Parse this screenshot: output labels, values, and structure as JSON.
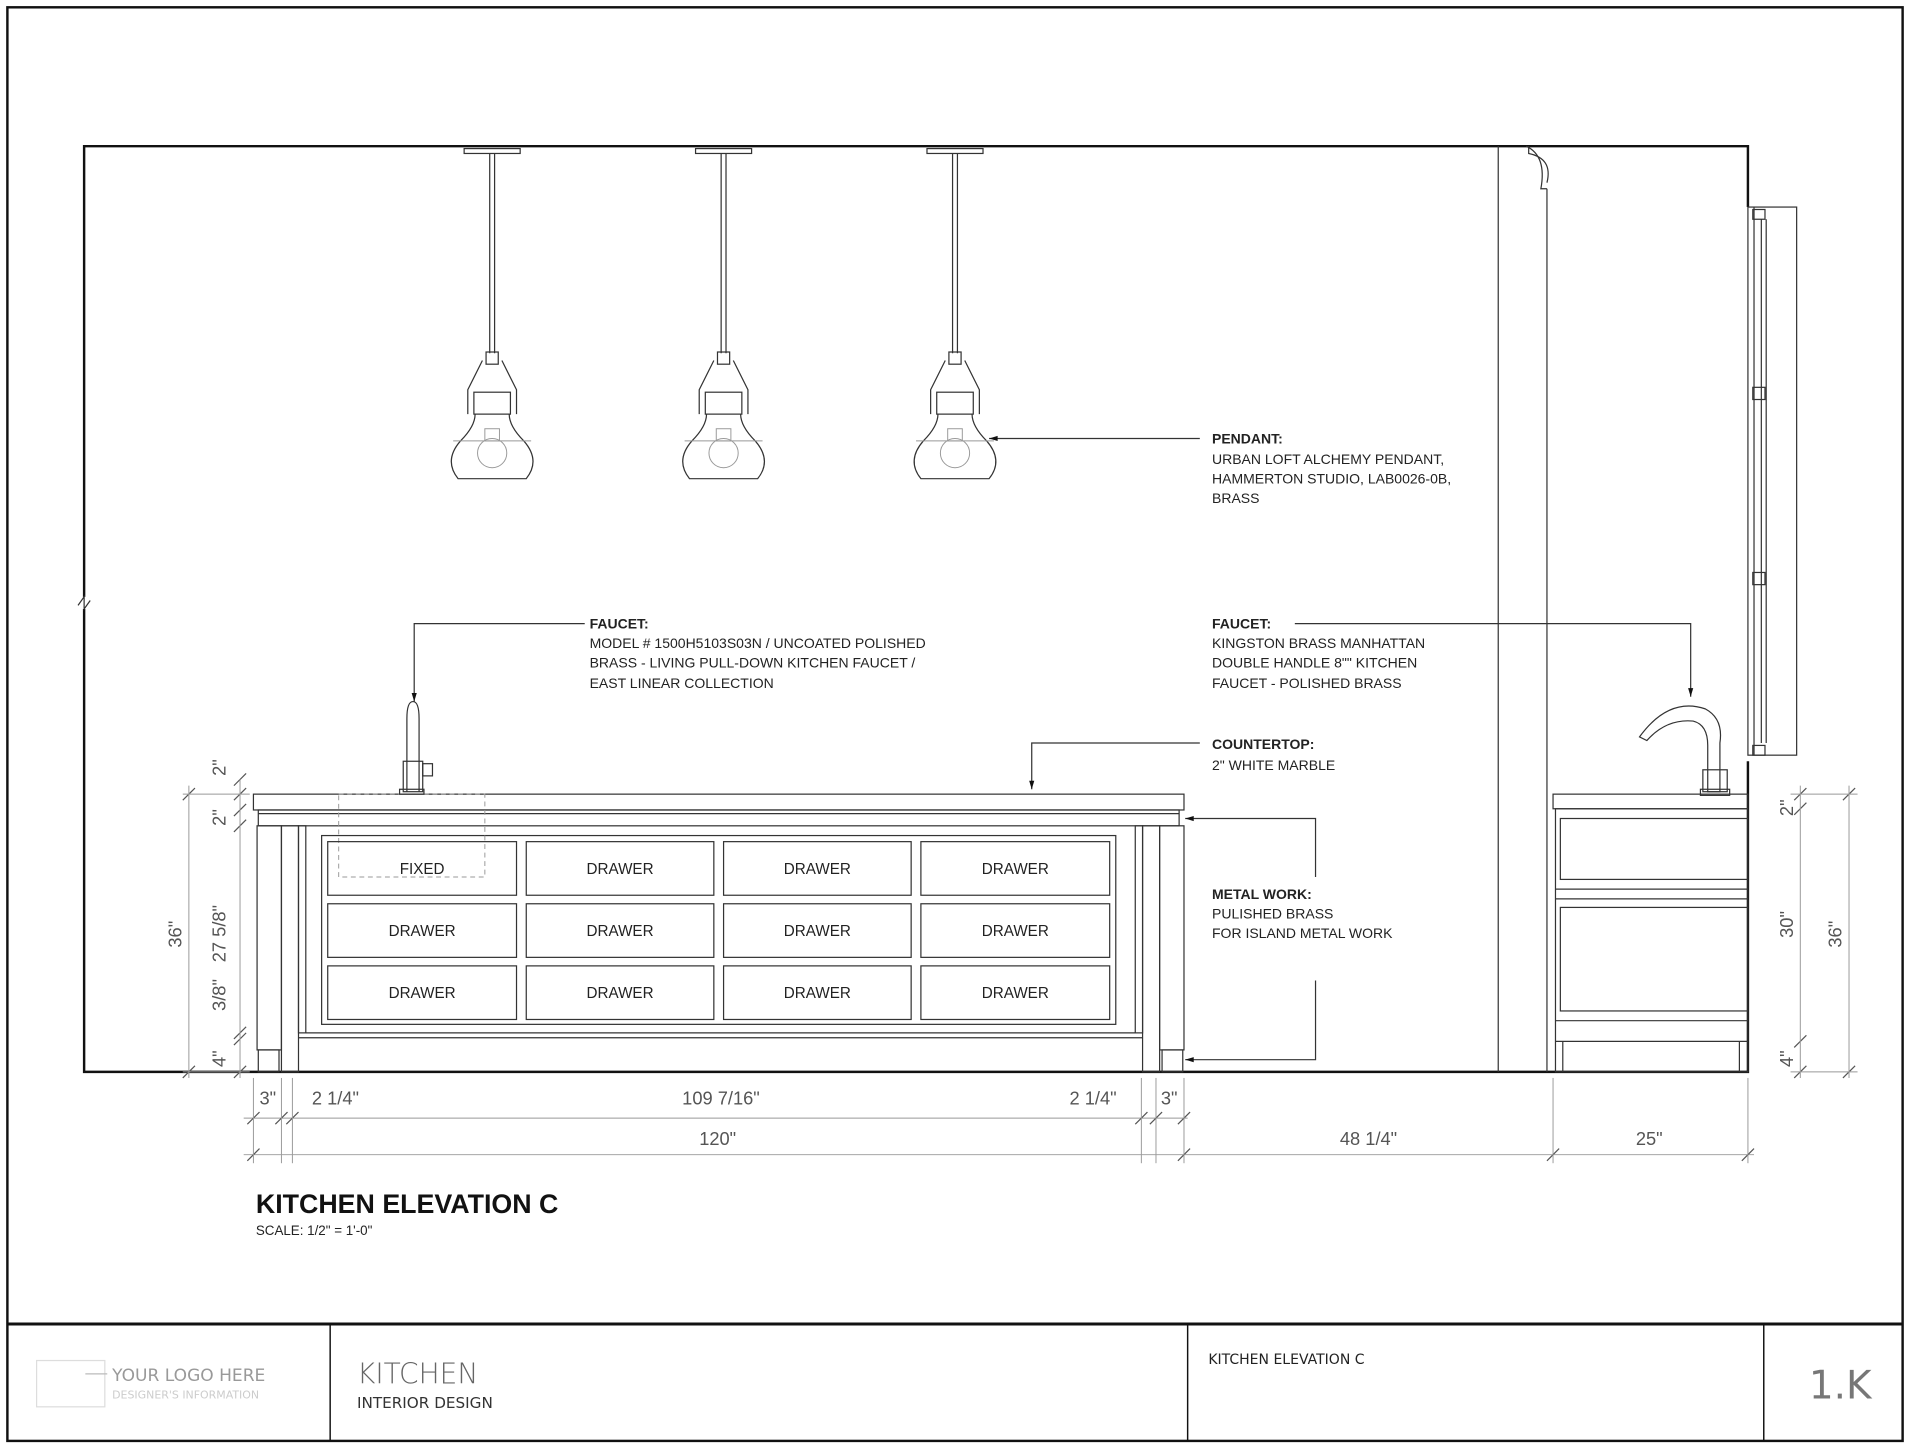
{
  "drawing": {
    "title": "KITCHEN ELEVATION C",
    "scale": "SCALE: 1/2\" = 1'-0\""
  },
  "notes": {
    "pendant": {
      "heading": "PENDANT:",
      "lines": [
        "URBAN LOFT ALCHEMY PENDANT,",
        "HAMMERTON STUDIO, LAB0026-0B,",
        "BRASS"
      ]
    },
    "faucet_island": {
      "heading": "FAUCET:",
      "lines": [
        "MODEL # 1500H5103S03N / UNCOATED POLISHED",
        "BRASS - LIVING PULL-DOWN KITCHEN FAUCET /",
        "EAST LINEAR COLLECTION"
      ]
    },
    "faucet_sink": {
      "heading": "FAUCET:",
      "lines": [
        "KINGSTON BRASS MANHATTAN",
        "DOUBLE HANDLE 8\"\" KITCHEN",
        "FAUCET - POLISHED BRASS"
      ]
    },
    "countertop": {
      "heading": "COUNTERTOP:",
      "lines": [
        "2\" WHITE MARBLE"
      ]
    },
    "metal_work": {
      "heading": "METAL WORK:",
      "lines": [
        "PULISHED BRASS",
        "FOR ISLAND METAL WORK"
      ]
    }
  },
  "island_panels": [
    "FIXED",
    "DRAWER",
    "DRAWER",
    "DRAWER",
    "DRAWER",
    "DRAWER",
    "DRAWER",
    "DRAWER",
    "DRAWER",
    "DRAWER",
    "DRAWER",
    "DRAWER"
  ],
  "dimensions": {
    "horizontal_row1": [
      "3\"",
      "2 1/4\"",
      "109 7/16\"",
      "2 1/4\"",
      "3\""
    ],
    "horizontal_row2": [
      "120\"",
      "48 1/4\"",
      "25\""
    ],
    "left_overall": "36\"",
    "left_parts": [
      "2\"",
      "2\"",
      "27 5/8\"",
      "3/8\"",
      "4\""
    ],
    "right_parts": [
      "2\"",
      "30\"",
      "4\""
    ],
    "right_overall": "36\""
  },
  "title_block": {
    "logo": "YOUR LOGO HERE",
    "designer": "DESIGNER'S INFORMATION",
    "project": "KITCHEN",
    "subtitle": "INTERIOR DESIGN",
    "sheet_title": "KITCHEN ELEVATION C",
    "sheet_number": "1.K"
  }
}
